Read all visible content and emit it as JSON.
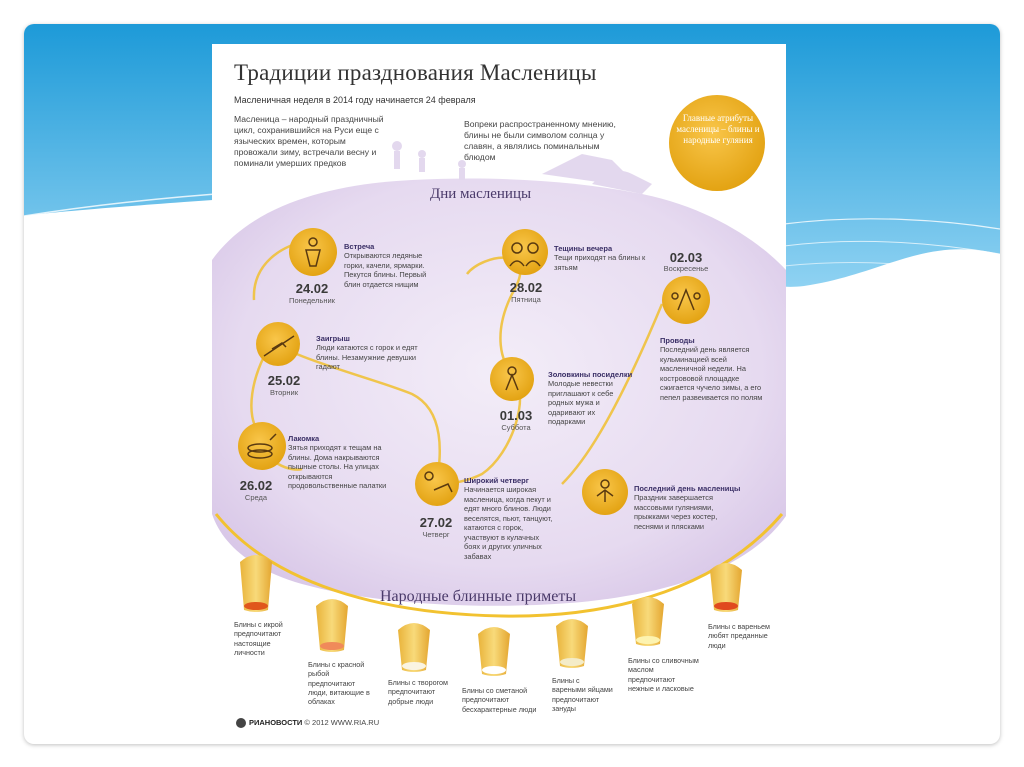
{
  "poster": {
    "title": "Традиции празднования Масленицы",
    "subtitle": "Масленичная неделя в 2014 году начинается 24 февраля",
    "intro_left": "Масленица – народный праздничный цикл, сохранившийся на Руси еще с языческих времен, которым провожали зиму, встречали весну и поминали умерших предков",
    "intro_right": "Вопреки распространенному мнению, блины не были символом солнца у славян, а являлись поминальным блюдом",
    "badge": "Главные атрибуты масленицы – блины и народные гуляния",
    "days_title": "Дни масленицы",
    "days": [
      {
        "date": "24.02",
        "weekday": "Понедельник",
        "name": "Встреча",
        "desc": "Открываются ледяные горки, качели, ярмарки. Пекутся блины. Первый блин отдается нищим",
        "icon": "wooden-doll-icon"
      },
      {
        "date": "25.02",
        "weekday": "Вторник",
        "name": "Заигрыш",
        "desc": "Люди катаются с горок и едят блины. Незамужние девушки гадают",
        "icon": "sled-hill-icon"
      },
      {
        "date": "26.02",
        "weekday": "Среда",
        "name": "Лакомка",
        "desc": "Зятья приходят к тещам на блины. Дома накрываются пышные столы. На улицах открываются продовольственные палатки",
        "icon": "pancake-stack-icon"
      },
      {
        "date": "27.02",
        "weekday": "Четверг",
        "name": "Широкий четверг",
        "desc": "Начинается широкая масленица, когда пекут и едят много блинов. Люди веселятся, пьют, танцуют, катаются с горок, участвуют в кулачных боях и других уличных забавах",
        "icon": "troika-sun-icon"
      },
      {
        "date": "28.02",
        "weekday": "Пятница",
        "name": "Тещины вечера",
        "desc": "Тещи приходят на блины к зятьям",
        "icon": "couple-portrait-icon"
      },
      {
        "date": "01.03",
        "weekday": "Суббота",
        "name": "Золовкины посиделки",
        "desc": "Молодые невестки приглашают к себе родных мужа и одаривают их подарками",
        "icon": "woman-gifts-icon"
      },
      {
        "date": "02.03",
        "weekday": "Воскресенье",
        "name": "Проводы",
        "desc": "Последний день является кульминацией всей масленичной недели. На кострововой площадке сжигается чучело зимы, а его пепел развеивается по полям",
        "icon": "bonfire-effigy-icon"
      },
      {
        "date": "",
        "weekday": "",
        "name": "Последний день масленицы",
        "desc": "Праздник завершается массовыми гуляниями, прыжками через костер, песнями и плясками",
        "icon": "dancer-icon"
      }
    ],
    "signs_title": "Народные блинные приметы",
    "signs": [
      {
        "caption": "Блины с икрой предпочитают настоящие личности",
        "filling_color": "#e0571c"
      },
      {
        "caption": "Блины с красной рыбой предпочитают люди, витающие в облаках",
        "filling_color": "#f08a5a"
      },
      {
        "caption": "Блины с творогом предпочитают добрые люди",
        "filling_color": "#faf4e2"
      },
      {
        "caption": "Блины со сметаной предпочитают бесхарактерные люди",
        "filling_color": "#ffffff"
      },
      {
        "caption": "Блины с вареными яйцами предпочитают зануды",
        "filling_color": "#f4ecc8"
      },
      {
        "caption": "Блины со сливочным маслом предпочитают нежные и ласковые",
        "filling_color": "#fdf3b0"
      },
      {
        "caption": "Блины с вареньем любят преданные люди",
        "filling_color": "#e04a1e"
      }
    ],
    "credit_brand": "РИАНОВОСТИ",
    "credit_rest": "© 2012 WWW.RIA.RU"
  }
}
